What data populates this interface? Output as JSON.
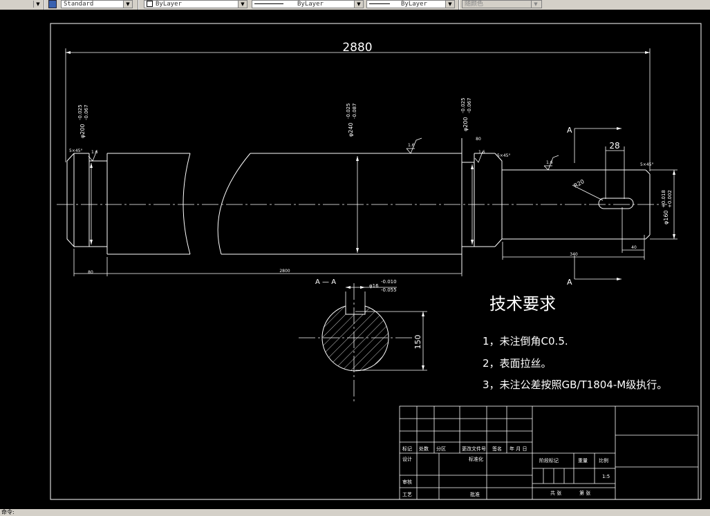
{
  "toolbar": {
    "text_style": "Standard",
    "layer_color": "ByLayer",
    "linetype": "ByLayer",
    "lineweight": "ByLayer",
    "plot_style": "随颜色"
  },
  "drawing": {
    "overall_length": "2880",
    "dim_left_phi": "φ200",
    "dim_left_tol_upper": "-0.025",
    "dim_left_tol_lower": "-0.067",
    "dim_mid_phi": "φ240",
    "dim_mid_tol_upper": "-0.025",
    "dim_mid_tol_lower": "-0.087",
    "dim_right_phi": "φ200",
    "dim_right_tol_upper": "-0.025",
    "dim_right_tol_lower": "-0.067",
    "dim_end_phi": "φ160",
    "dim_end_tol_upper": "+0.018",
    "dim_end_tol_lower": "+0.002",
    "chamfer_left": "5×45°",
    "chamfer_mid": "5×45°",
    "chamfer_right": "5×45°",
    "roughness": "1.6",
    "dim_bottom_left": "80",
    "dim_bottom_span": "2800",
    "dim_step": "80",
    "dim_keyway_span": "340",
    "dim_keyway_end": "40",
    "dim_keyway_width": "28",
    "dim_key_r": "R20",
    "section_label": "A",
    "section_title": "A — A",
    "section_tol_phi": "φ16",
    "section_tol_upper": "-0.010",
    "section_tol_lower": "-0.055",
    "section_height": "150"
  },
  "notes": {
    "title": "技术要求",
    "items": [
      "1，未注倒角C0.5.",
      "2，表面拉丝。",
      "3，未注公差按照GB/T1804-M级执行。"
    ]
  },
  "title_block": {
    "labels": [
      "标记",
      "处数",
      "分区",
      "更改文件号",
      "签名",
      "年 月 日",
      "设计",
      "标准化",
      "审核",
      "工艺",
      "批准",
      "阶段标记",
      "重量",
      "比例",
      "1:5",
      "共 张",
      "第 张"
    ]
  },
  "command_line": "命令:"
}
